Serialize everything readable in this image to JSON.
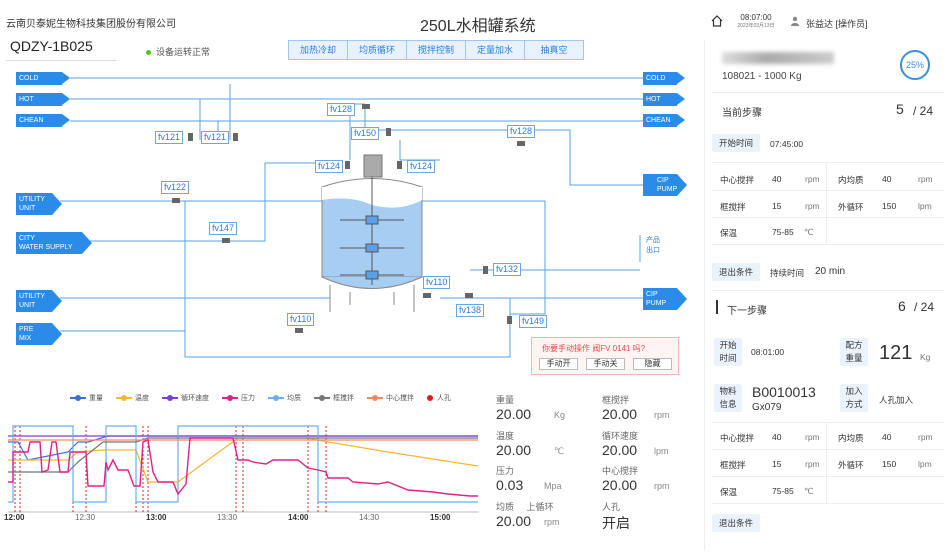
{
  "header": {
    "company": "云南贝泰妮生物科技集团股份有限公司",
    "title": "250L水相罐系统",
    "time": "08:07:00",
    "date": "2023年03月13日",
    "user": "张益达 [操作员]"
  },
  "device": {
    "id": "QDZY-1B025",
    "status": "设备运转正常"
  },
  "mode_tabs": [
    "加热冷却",
    "均质循环",
    "搅拌控制",
    "定量加水",
    "抽真空"
  ],
  "pipes": {
    "left": [
      {
        "label": "COLD"
      },
      {
        "label": "HOT"
      },
      {
        "label": "CHEAN"
      },
      {
        "label": "UTILITY\nUNIT"
      },
      {
        "label": "CITY\nWATER SUPPLY"
      },
      {
        "label": "UTILITY\nUNIT"
      },
      {
        "label": "PRE\nMIX"
      }
    ],
    "right": [
      {
        "label": "COLD"
      },
      {
        "label": "HOT"
      },
      {
        "label": "CHEAN"
      },
      {
        "label": "CIP\nPUMP"
      },
      {
        "label": "CIP\nPUMP"
      }
    ],
    "product_out": "产品\n出口"
  },
  "valves": [
    "fv128",
    "fv121",
    "fv121",
    "fv150",
    "fv128",
    "fv124",
    "fv124",
    "fv122",
    "fv147",
    "fv110",
    "fv132",
    "fv138",
    "fv110",
    "fv149"
  ],
  "popup": {
    "text": "你要手动操作 阀FV 0141 吗?",
    "btn_open": "手动开",
    "btn_close": "手动关",
    "btn_hide": "隐藏"
  },
  "legend": [
    {
      "name": "重量",
      "color": "#3b6fd6"
    },
    {
      "name": "温度",
      "color": "#f5b82e"
    },
    {
      "name": "循环速度",
      "color": "#7b3fd8"
    },
    {
      "name": "压力",
      "color": "#e0208a"
    },
    {
      "name": "均质",
      "color": "#6ab0e6"
    },
    {
      "name": "框搅拌",
      "color": "#777777"
    },
    {
      "name": "中心搅拌",
      "color": "#f08a5d"
    },
    {
      "name": "人孔",
      "color": "#e02020"
    }
  ],
  "chart_data": {
    "type": "line",
    "x_ticks": [
      "12:00",
      "12:30",
      "13:00",
      "13:30",
      "14:00",
      "14:30",
      "15:00"
    ],
    "title": "",
    "xlabel": "",
    "ylabel": ""
  },
  "readings": [
    {
      "label": "重量",
      "value": "20.00",
      "unit": "Kg"
    },
    {
      "label": "框搅拌",
      "value": "20.00",
      "unit": "rpm"
    },
    {
      "label": "温度",
      "value": "20.00",
      "unit": "℃"
    },
    {
      "label": "循环速度",
      "value": "20.00",
      "unit": "lpm"
    },
    {
      "label": "压力",
      "value": "0.03",
      "unit": "Mpa"
    },
    {
      "label": "中心搅拌",
      "value": "20.00",
      "unit": "rpm"
    },
    {
      "label": "均质",
      "unit_label": "上循环",
      "value": "20.00",
      "unit": "rpm"
    },
    {
      "label": "人孔",
      "value": "开启",
      "unit": ""
    }
  ],
  "right_panel": {
    "batch": "108021   -   1000 Kg",
    "gauge": "25%",
    "current_step_label": "当前步骤",
    "current_step": "5",
    "current_total": "/ 24",
    "start_time_label": "开始时间",
    "start_time": "07:45:00",
    "params1": [
      {
        "k": "中心搅拌",
        "v": "40",
        "u": "rpm"
      },
      {
        "k": "内均质",
        "v": "40",
        "u": "rpm"
      },
      {
        "k": "框搅拌",
        "v": "15",
        "u": "rpm"
      },
      {
        "k": "外循环",
        "v": "150",
        "u": "lpm"
      },
      {
        "k": "保温",
        "v": "75-85",
        "u": "℃"
      }
    ],
    "exit_cond_label": "退出条件",
    "hold_label": "持续时间",
    "hold_value": "20 min",
    "next_step_label": "下一步骤",
    "next_step": "6",
    "next_total": "/ 24",
    "start_label": "开始\n时间",
    "start_value": "08:01:00",
    "batch_weight_label": "配方\n重量",
    "batch_weight": "121",
    "batch_weight_unit": "Kg",
    "material_label": "物料\n信息",
    "material_code": "B0010013",
    "material_sub": "Gx079",
    "add_label": "加入\n方式",
    "add_value": "人孔加入",
    "params2": [
      {
        "k": "中心搅拌",
        "v": "40",
        "u": "rpm"
      },
      {
        "k": "内均质",
        "v": "40",
        "u": "rpm"
      },
      {
        "k": "框搅拌",
        "v": "15",
        "u": "rpm"
      },
      {
        "k": "外循环",
        "v": "150",
        "u": "lpm"
      },
      {
        "k": "保温",
        "v": "75-85",
        "u": "℃"
      }
    ],
    "exit_cond_label2": "退出条件"
  }
}
